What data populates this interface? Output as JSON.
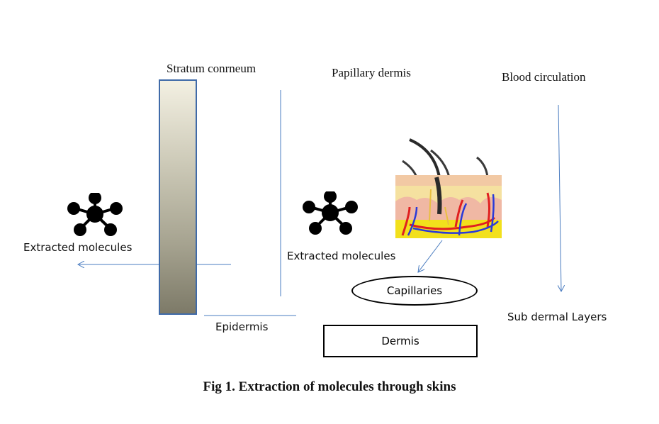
{
  "figure": {
    "caption": "Fig 1. Extraction of molecules through skins",
    "labels": {
      "stratum_corneum": "Stratum conrneum",
      "papillary_dermis": "Papillary dermis",
      "blood_circulation": "Blood circulation",
      "extracted_molecules_left": "Extracted molecules",
      "extracted_molecules_right": "Extracted molecules",
      "epidermis": "Epidermis",
      "capillaries": "Capillaries",
      "dermis": "Dermis",
      "sub_dermal_layers": "Sub dermal Layers"
    },
    "icons": {
      "molecule_left": "molecule-icon",
      "molecule_right": "molecule-icon",
      "skin_cross_section": "skin-cross-section-illustration"
    },
    "colors": {
      "arrow": "#4a7cc0",
      "bar_border": "#3f6aa8",
      "text": "#111111"
    }
  }
}
